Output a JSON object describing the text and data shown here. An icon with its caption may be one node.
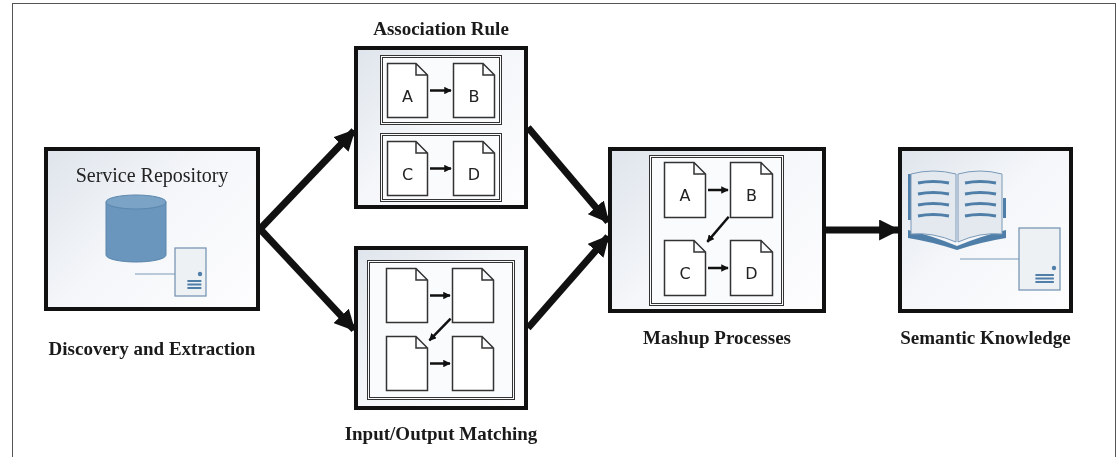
{
  "diagram": {
    "nodes": [
      {
        "text": [
          "Service Repository",
          "Discovery and Extraction"
        ]
      },
      {
        "text": [
          "Association Rule"
        ]
      },
      {
        "text": [],
        "shape": "box",
        "in": 1
      },
      {
        "text": [
          "A"
        ],
        "in": 2
      },
      {
        "text": [
          "B"
        ],
        "in": 2
      },
      {
        "text": [],
        "shape": "box",
        "in": 1
      },
      {
        "text": [
          "C"
        ],
        "in": 5
      },
      {
        "text": [
          "D"
        ],
        "in": 5
      },
      {
        "text": [
          "Input/Output Matching"
        ]
      },
      {
        "text": [],
        "shape": "box",
        "in": 8
      },
      {
        "text": [],
        "shape": "document",
        "in": 9
      },
      {
        "text": [],
        "shape": "document",
        "in": 9
      },
      {
        "text": [],
        "shape": "document",
        "in": 9
      },
      {
        "text": [],
        "shape": "document",
        "in": 9
      },
      {
        "text": [
          "Mashup Processes"
        ]
      },
      {
        "text": [],
        "shape": "box",
        "in": 14
      },
      {
        "text": [
          "A"
        ],
        "in": 15
      },
      {
        "text": [
          "B"
        ],
        "in": 15
      },
      {
        "text": [
          "C"
        ],
        "in": 15
      },
      {
        "text": [
          "D"
        ],
        "in": 15
      },
      {
        "text": [
          "Semantic Knowledge"
        ]
      }
    ],
    "edges": [
      {
        "from": 0,
        "to": 1,
        "arrow": "to",
        "style": "thick"
      },
      {
        "from": 0,
        "to": 8,
        "arrow": "to",
        "style": "thick"
      },
      {
        "from": 1,
        "to": 14,
        "arrow": "to",
        "style": "thick"
      },
      {
        "from": 8,
        "to": 14,
        "arrow": "to",
        "style": "thick"
      },
      {
        "from": 14,
        "to": 20,
        "arrow": "to",
        "style": "thick"
      },
      {
        "from": 3,
        "to": 4,
        "arrow": "to"
      },
      {
        "from": 6,
        "to": 7,
        "arrow": "to"
      },
      {
        "from": 10,
        "to": 11,
        "arrow": "to"
      },
      {
        "from": 11,
        "to": 12,
        "arrow": "to"
      },
      {
        "from": 12,
        "to": 13,
        "arrow": "to"
      },
      {
        "from": 16,
        "to": 17,
        "arrow": "to"
      },
      {
        "from": 17,
        "to": 18,
        "arrow": "to"
      },
      {
        "from": 18,
        "to": 19,
        "arrow": "to"
      }
    ]
  }
}
